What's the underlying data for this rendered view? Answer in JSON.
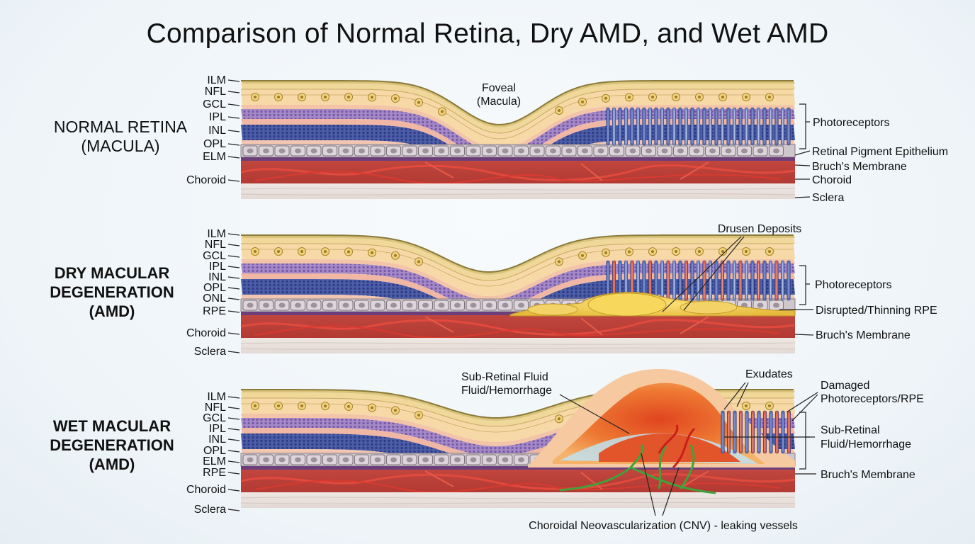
{
  "title": "Comparison of Normal Retina, Dry AMD, and Wet AMD",
  "rows": [
    {
      "id": "normal",
      "title_lines": [
        "NORMAL RETINA",
        "(MACULA)"
      ],
      "left_labels": [
        "ILM",
        "NFL",
        "GCL",
        "IPL",
        "INL",
        "OPL",
        "ELM",
        "Choroid"
      ],
      "right_labels": [
        "Photoreceptors",
        "Retinal Pigment Epithelium",
        "Bruch's Membrane",
        "Choroid",
        "Sclera"
      ],
      "center_label_lines": [
        "Foveal",
        "(Macula)"
      ]
    },
    {
      "id": "dry",
      "title_lines": [
        "DRY MACULAR",
        "DEGENERATION",
        "(AMD)"
      ],
      "left_labels": [
        "ILM",
        "NFL",
        "GCL",
        "IPL",
        "INL",
        "OPL",
        "ONL",
        "RPE",
        "Choroid",
        "Sclera"
      ],
      "right_labels": [
        "Photoreceptors",
        "Disrupted/Thinning RPE",
        "Bruch's Membrane"
      ],
      "top_label": "Drusen Deposits"
    },
    {
      "id": "wet",
      "title_lines": [
        "WET MACULAR",
        "DEGENERATION",
        "(AMD)"
      ],
      "left_labels": [
        "ILM",
        "NFL",
        "GCL",
        "IPL",
        "INL",
        "OPL",
        "ELM",
        "RPE",
        "Choroid",
        "Sclera"
      ],
      "right_label_damaged": [
        "Damaged",
        "Photoreceptors/RPE"
      ],
      "right_label_fluid": [
        "Sub-Retinal",
        "Fluid/Hemorrhage"
      ],
      "right_label_bruch": "Bruch's Membrane",
      "top_left_label_lines": [
        "Sub-Retinal Fluid",
        "Fluid/Hemorrhage"
      ],
      "exudates_label": "Exudates",
      "bottom_label": "Choroidal Neovascularization (CNV) - leaking vessels"
    }
  ]
}
